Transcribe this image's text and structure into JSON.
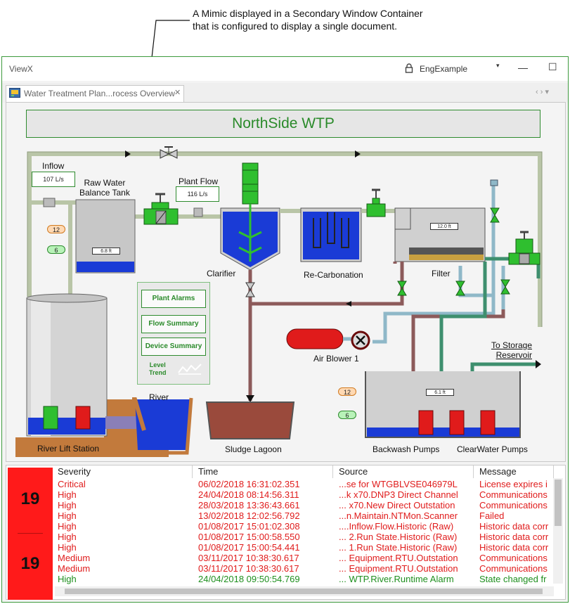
{
  "callout": "A Mimic displayed in a Secondary Window Container\nthat is configured to display a single document.",
  "window": {
    "app_title": "ViewX",
    "user": "EngExample",
    "tab_label": "Water Treatment Plan...rocess Overview",
    "tab_close": "✕",
    "tab_nav": "‹ › ▾",
    "minimize": "—",
    "maximize": "☐"
  },
  "mimic": {
    "title": "NorthSide WTP",
    "labels": {
      "inflow": "Inflow",
      "raw_water": "Raw Water\nBalance Tank",
      "plant_flow": "Plant Flow",
      "clarifier": "Clarifier",
      "recarbonation": "Re-Carbonation",
      "filter": "Filter",
      "river": "River",
      "river_lift": "River Lift Station",
      "sludge": "Sludge Lagoon",
      "air_blower": "Air Blower 1",
      "to_storage": "To Storage\nReservoir",
      "backwash": "Backwash Pumps",
      "clearwater": "ClearWater Pumps"
    },
    "values": {
      "inflow": "107 L/s",
      "plant_flow": "116 L/s",
      "raw_level": "6.8 ft",
      "filter_level": "12.0 ft",
      "clearwell_level": "6.1 ft",
      "raw_hi": "12",
      "raw_lo": "6",
      "cw_hi": "12",
      "cw_lo": "6"
    },
    "nav": {
      "plant_alarms": "Plant Alarms",
      "flow_summary": "Flow Summary",
      "device_summary": "Device Summary",
      "level_trend": "Level\nTrend"
    }
  },
  "alarms": {
    "count_top": "19",
    "count_bottom": "19",
    "columns": [
      "Severity",
      "Time",
      "Source",
      "Message"
    ],
    "rows": [
      {
        "severity": "Critical",
        "time": "06/02/2018 16:31:02.351",
        "source": "...se for WTGBLVSE046979L",
        "message": "License expires i",
        "color": "#e01b1b"
      },
      {
        "severity": "High",
        "time": "24/04/2018 08:14:56.311",
        "source": "...k x70.DNP3 Direct Channel",
        "message": "Communications",
        "color": "#e01b1b"
      },
      {
        "severity": "High",
        "time": "28/03/2018 13:36:43.661",
        "source": "... x70.New Direct Outstation",
        "message": "Communications",
        "color": "#e01b1b"
      },
      {
        "severity": "High",
        "time": "13/02/2018 12:02:56.792",
        "source": "...n.Maintain.NTMon.Scanner",
        "message": "Failed",
        "color": "#e01b1b"
      },
      {
        "severity": "High",
        "time": "01/08/2017 15:01:02.308",
        "source": "....Inflow.Flow.Historic (Raw)",
        "message": "Historic data corr",
        "color": "#e01b1b"
      },
      {
        "severity": "High",
        "time": "01/08/2017 15:00:58.550",
        "source": "... 2.Run State.Historic (Raw)",
        "message": "Historic data corr",
        "color": "#e01b1b"
      },
      {
        "severity": "High",
        "time": "01/08/2017 15:00:54.441",
        "source": "... 1.Run State.Historic (Raw)",
        "message": "Historic data corr",
        "color": "#e01b1b"
      },
      {
        "severity": "Medium",
        "time": "03/11/2017 10:38:30.617",
        "source": "... Equipment.RTU.Outstation",
        "message": "Communications",
        "color": "#e01b1b"
      },
      {
        "severity": "Medium",
        "time": "03/11/2017 10:38:30.617",
        "source": "... Equipment.RTU.Outstation",
        "message": "Communications",
        "color": "#e01b1b"
      },
      {
        "severity": "High",
        "time": "24/04/2018 09:50:54.769",
        "source": "... WTP.River.Runtime Alarm",
        "message": "State changed fr",
        "color": "#1e8f1e"
      }
    ]
  }
}
